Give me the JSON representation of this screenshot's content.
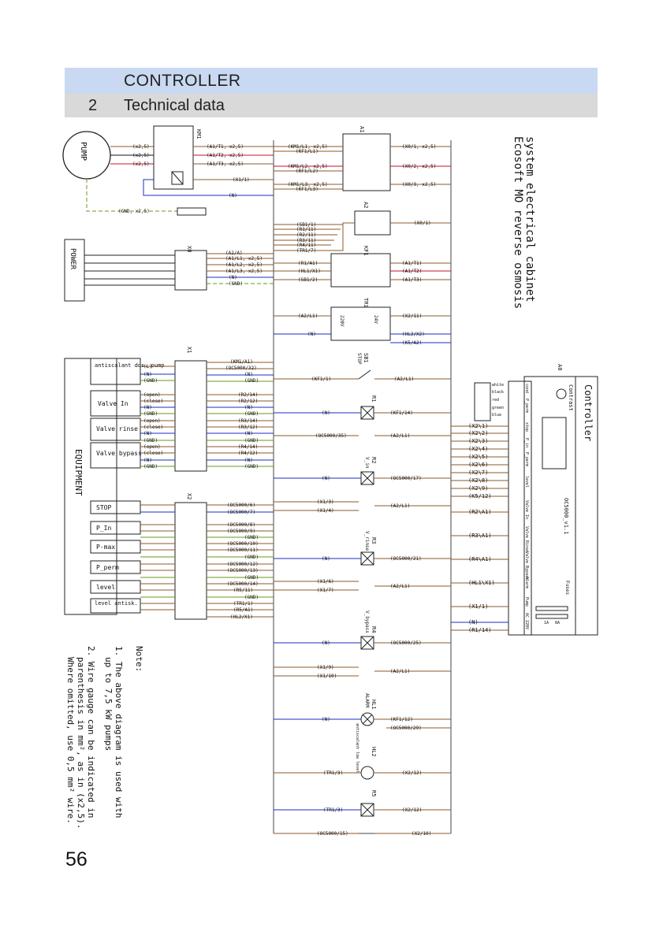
{
  "header": {
    "section_title": "CONTROLLER",
    "sub_number": "2",
    "sub_title": "Technical data"
  },
  "page_number": "56",
  "diagram": {
    "title_line1": "Ecosoft MO reverse osmosis",
    "title_line2": "system electrical cabinet",
    "devices": {
      "pump": "PUMP",
      "power": "POWER",
      "equipment": "EQUIPMENT",
      "km1": "KM1",
      "x0": "X0",
      "x1": "X1",
      "x2": "X2",
      "a1": "A1",
      "a2": "A2",
      "kf1": "KF1",
      "tr1": "TR1",
      "sb1": "SB1",
      "stop_label": "STOP",
      "r1": "R1",
      "r2": "R2",
      "r2_sub": "V_in",
      "r3": "R3",
      "r3_sub": "V_rinse",
      "r4": "R4",
      "r4_sub": "V_bypass",
      "hl1": "HL1",
      "hl1_sub": "ALARM",
      "hl2": "HL2",
      "hl2_sub": "antiscalant low level",
      "r5": "R5",
      "a0": "A0",
      "controller": "Controller",
      "contrast": "Contrast",
      "controller_model": "OC5000_v1.1",
      "fuses": "Fuses",
      "fuse_a": "1A",
      "fuse_b": "8A",
      "tr_220": "220V",
      "tr_24": "24V"
    },
    "wire_colors": [
      "white",
      "black",
      "red",
      "green",
      "blue"
    ],
    "equipment_items": [
      "antiscalant dos. pump",
      "Valve In",
      "Valve rinse",
      "Valve bypass",
      "STOP",
      "P_In",
      "P-max",
      "P_perm",
      "level",
      "level antisk."
    ],
    "x1_signals": [
      "(L)",
      "(N)",
      "(GND)",
      "(open)",
      "(close)",
      "(N)",
      "(GND)",
      "(open)",
      "(close)",
      "(N)",
      "(GND)",
      "(open)",
      "(close)",
      "(N)",
      "(GND)"
    ],
    "x1_right": [
      "(KM1/A1)",
      "(OC5000/32)",
      "(N)",
      "(GND)",
      "(R2/14)",
      "(R2/12)",
      "(N)",
      "(GND)",
      "(R3/14)",
      "(R3/12)",
      "(N)",
      "(GND)",
      "(R4/14)",
      "(R4/12)",
      "(N)",
      "(GND)"
    ],
    "x2_right": [
      "(OC5000/6)",
      "(OC5000/7)",
      "(OC5000/8)",
      "(OC5000/9)",
      "(GND)",
      "(OC5000/10)",
      "(OC5000/11)",
      "(GND)",
      "(OC5000/12)",
      "(OC5000/13)",
      "(GND)",
      "(OC5000/14)",
      "(R5/11)",
      "(GND)",
      "(TR1/1)",
      "(R5/A1)",
      "(HL2/X1)"
    ],
    "x0_right": [
      "(A2/A)",
      "(A1/L1, x2,5)",
      "(A1/L2, x2,5)",
      "(A1/L3, x2,5)",
      "(N)",
      "(GND)"
    ],
    "km1_right": [
      "(A1/T1, x2,5)",
      "(A1/T2, x2,5)",
      "(A1/T3, x2,5)",
      "(X1/1)",
      "(N)"
    ],
    "pump_wires": [
      "(x2,5)",
      "(x2,5)",
      "(x2,5)",
      "(GND, x2,5)"
    ],
    "a1_left": [
      "(KM1/L1, x2,5)",
      "(KF1/L1)",
      "(KM1/L2, x2,5)",
      "(KF1/L2)",
      "(KM1/L3, x2,5)",
      "(KF1/L3)"
    ],
    "a1_right": [
      "(X0/1, x2,5)",
      "(X0/2, x2,5)",
      "(X0/3, x2,5)"
    ],
    "a2_left": [
      "(SB1/1)",
      "(R1/11)",
      "(R2/11)",
      "(R3/11)",
      "(R4/11)",
      "(TR1/7)"
    ],
    "a2_right": "(X0/1)",
    "kf1_left": [
      "(R1/A1)",
      "(HL1/X1)",
      "(SB1/2)"
    ],
    "kf1_right": [
      "(A1/T1)",
      "(A1/T2)",
      "(A1/T3)"
    ],
    "tr1_left": [
      "(A2/L1)",
      "(N)"
    ],
    "tr1_right": [
      "(X2/11)",
      "(HL2/X2)",
      "(K5/A2)"
    ],
    "relay_labels": [
      "(KF1/1)",
      "(A2/L1)",
      "(N)",
      "(KF1/14)",
      "(OC5000/35)",
      "(A2/L1)",
      "(N)",
      "(OC5000/17)",
      "(X1/3)",
      "(X1/4)",
      "(A2/L1)",
      "(N)",
      "(OC5000/21)",
      "(X1/6)",
      "(X1/7)",
      "(A2/L1)",
      "(N)",
      "(OC5000/25)",
      "(X1/9)",
      "(X1/10)",
      "(A2/L1)",
      "(N)",
      "(KF1/12)",
      "(OC5000/29)",
      "(TR1/3)",
      "(X2/12)",
      "(TR1/3)",
      "(X2/12)",
      "(OC5000/15)",
      "(X2/10)"
    ],
    "controller_left": [
      "(X2\\1)",
      "(X2\\2)",
      "(X2\\3)",
      "(X2\\4)",
      "(X2\\5)",
      "(X2\\6)",
      "(X2\\7)",
      "(X2\\8)",
      "(X2\\9)",
      "(K5/12)",
      "(R2\\A1)",
      "(R3\\A1)",
      "(R4\\A1)",
      "(HL1\\X1)",
      "(X1/1)",
      "(N)",
      "(R1/14)"
    ],
    "controller_ports": [
      "cond",
      "P_perm",
      "stop",
      "P_in",
      "P_perm",
      "level",
      "Valve In",
      "Valve Rinse",
      "Valve Bypass",
      "Alarm",
      "Pump",
      "AC 220V"
    ],
    "notes": {
      "heading": "Note:",
      "n1": "1. The above diagram is used with",
      "n1b": "up to 7,5 kW pumps",
      "n2": "2. Wire gauge can be indicated in",
      "n2b": "parenthesis in mm², as in (x2,5).",
      "n2c": "Where omitted, use 0,5 mm² wire."
    }
  }
}
